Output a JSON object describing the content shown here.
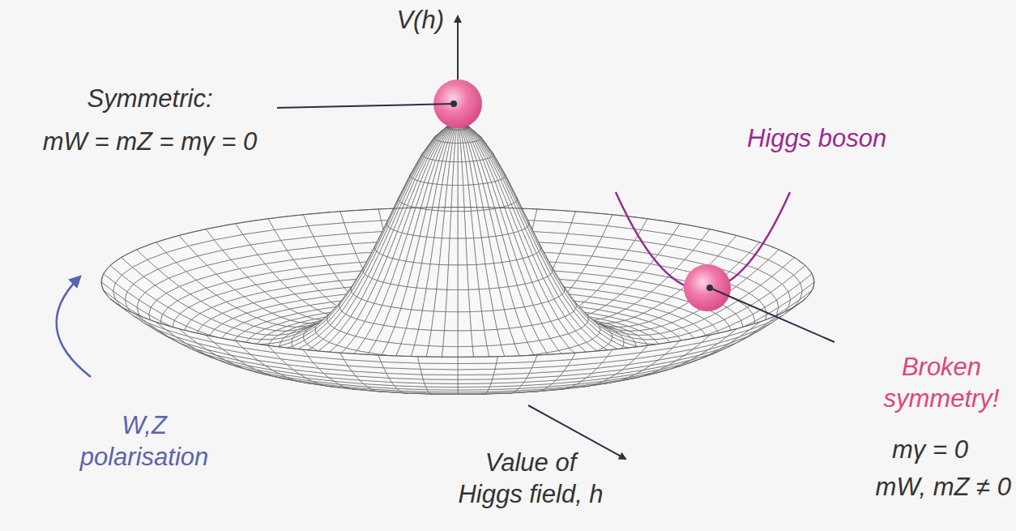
{
  "diagram": {
    "labels": [
      "V(h)",
      "Symmetric:",
      "mW = mZ = mγ = 0",
      "Higgs boson",
      "Broken symmetry!",
      "mγ = 0",
      "mW, mZ ≠ 0",
      "W,Z polarisation",
      "Value of Higgs field, h"
    ]
  }
}
